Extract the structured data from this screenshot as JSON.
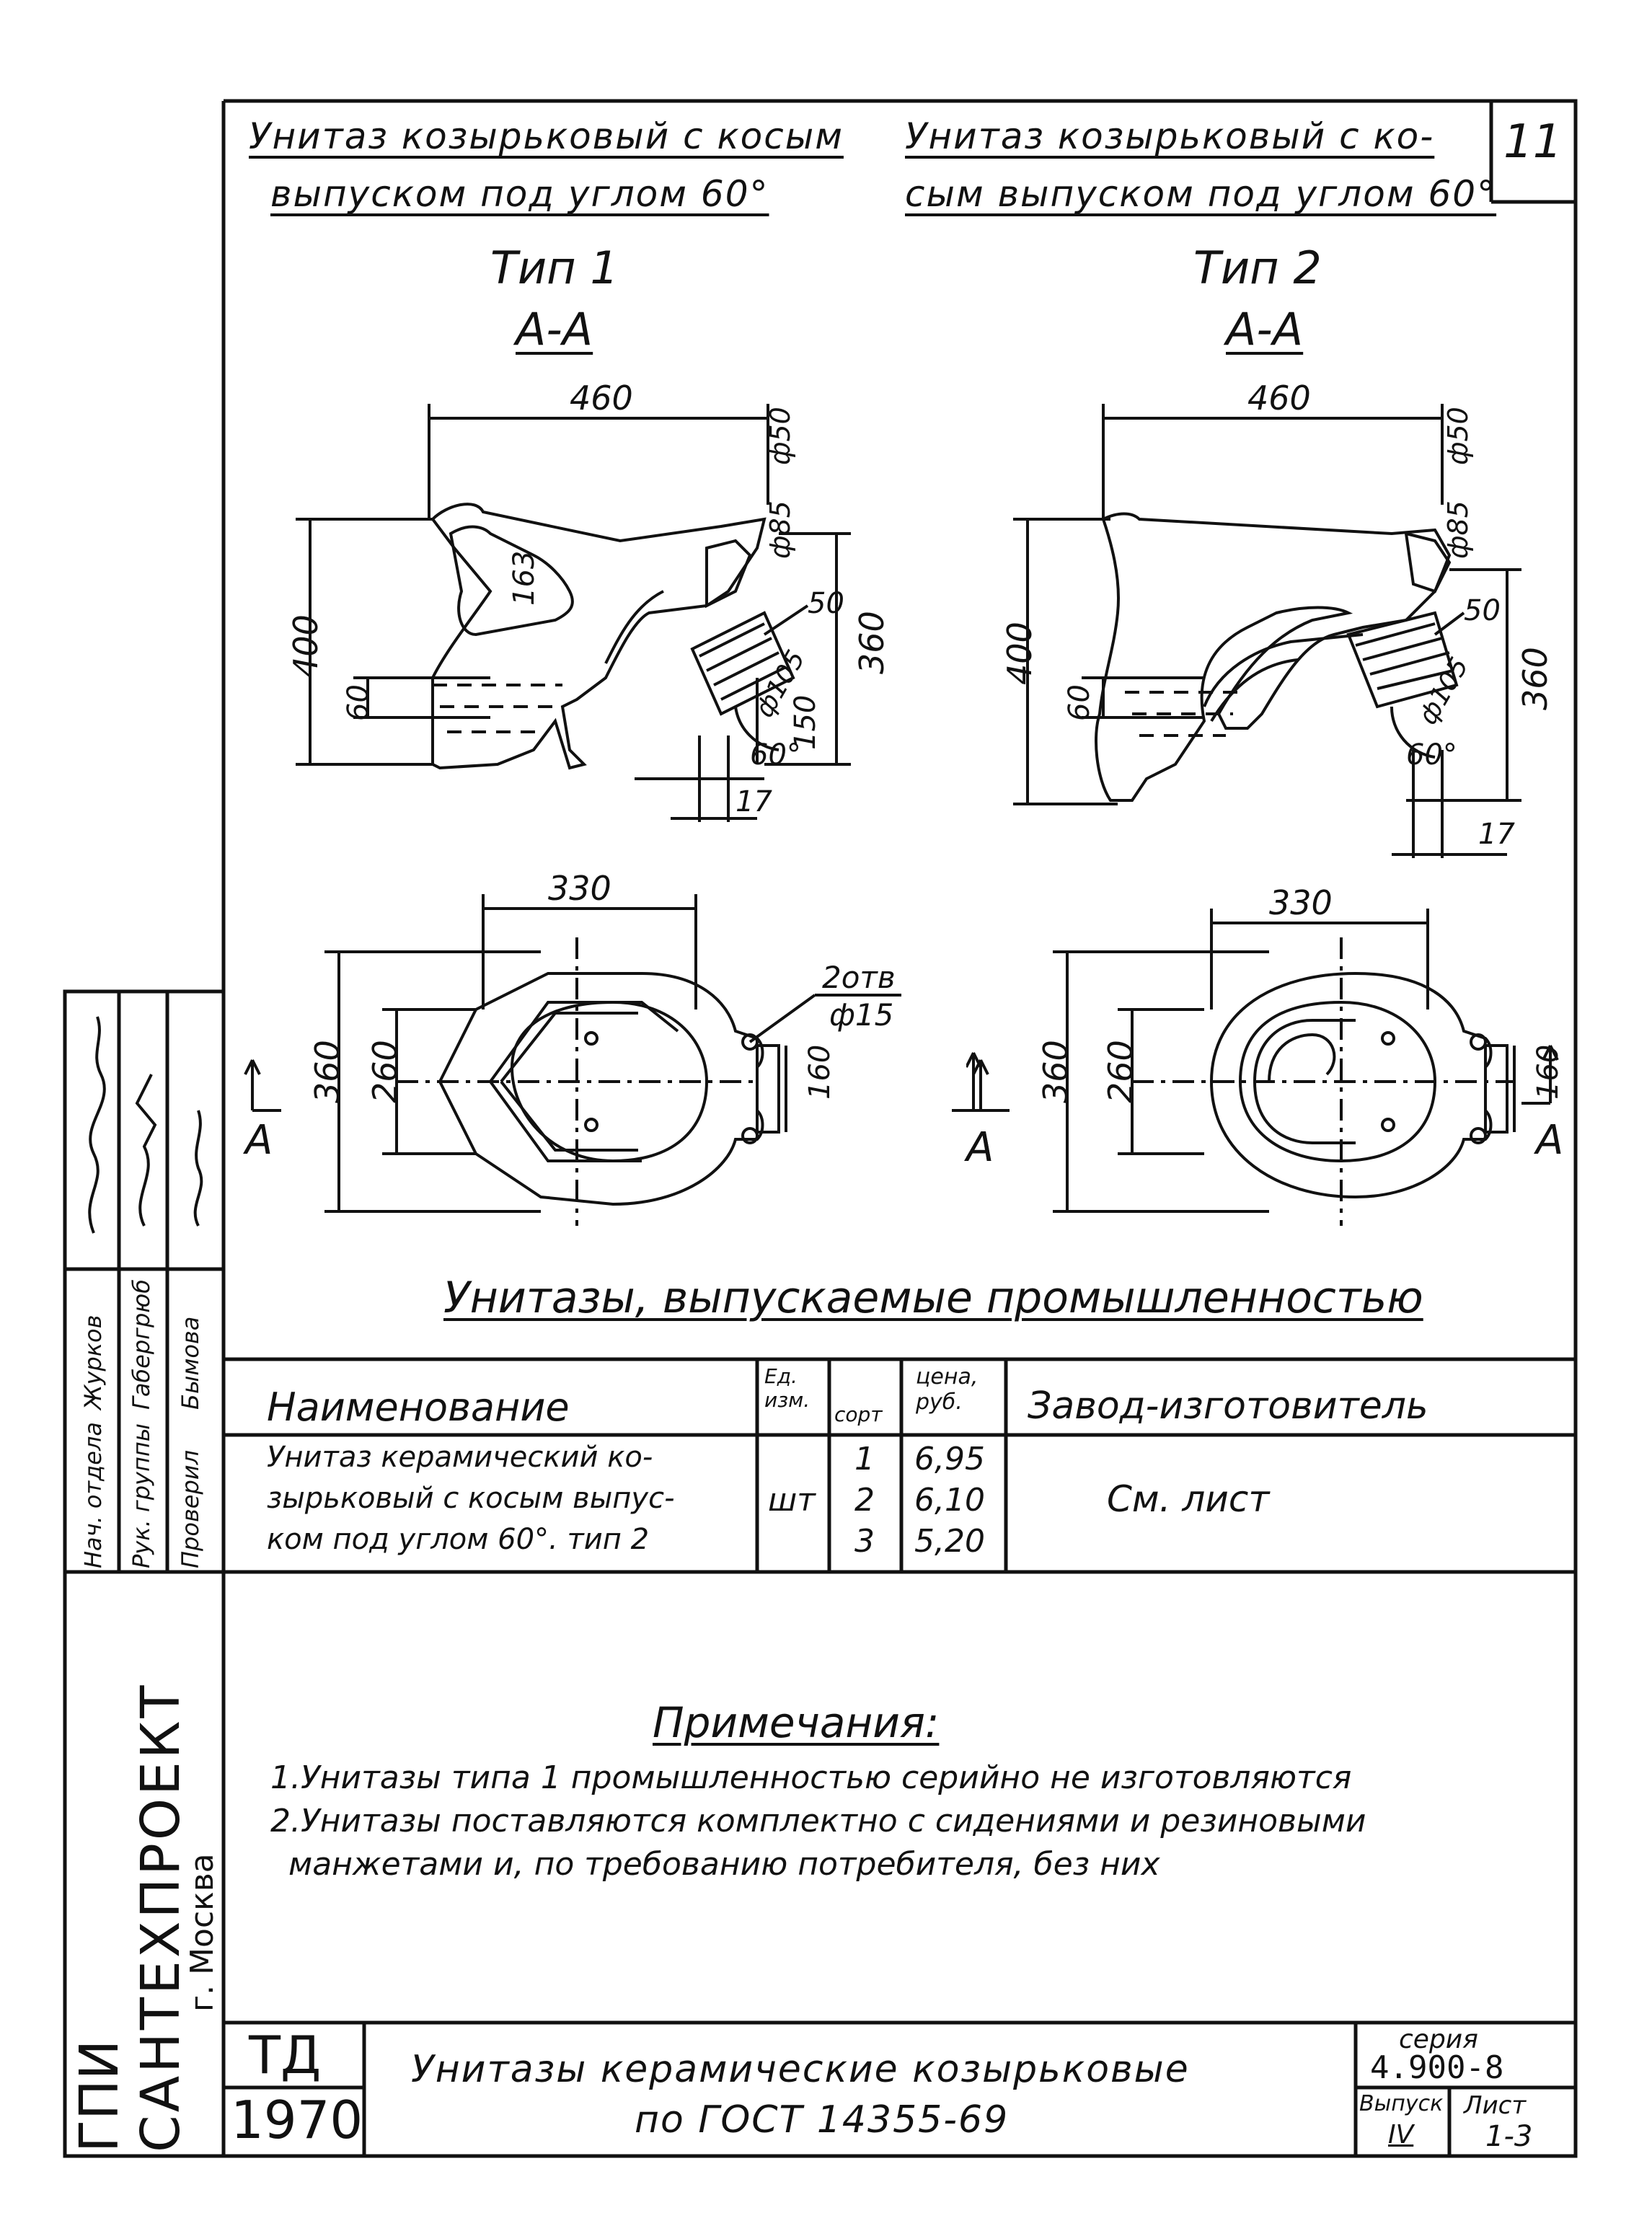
{
  "sheet_number": "11",
  "header": {
    "left_line1": "Унитаз козырьковый с косым",
    "left_line2": "выпуском под углом 60°",
    "right_line1": "Унитаз козырьковый с ко-",
    "right_line2": "сым выпуском под углом 60°"
  },
  "types": {
    "type1": "Тип 1",
    "type2": "Тип 2",
    "section": "А-А"
  },
  "dimensions": {
    "width_460": "460",
    "d50": "ф50",
    "d85": "ф85",
    "h400": "400",
    "h163": "163",
    "h60": "60",
    "h360": "360",
    "a50": "50",
    "d105": "ф105",
    "h150": "150",
    "angle60": "60°",
    "o17": "17",
    "w330": "330",
    "w260": "260",
    "w160": "160",
    "holes_count": "2отв",
    "holes_dia": "ф15",
    "section_mark": "А"
  },
  "subtitle": "Унитазы, выпускаемые промышленностью",
  "table": {
    "headers": {
      "name": "Наименование",
      "unit": "Ед. изм.",
      "grade": "сорт",
      "price": "цена, руб.",
      "factory": "Завод-изготовитель"
    },
    "row": {
      "name_line1": "Унитаз керамический ко-",
      "name_line2": "зырьковый с косым выпус-",
      "name_line3": "ком под углом 60°. тип 2",
      "unit": "шт",
      "grades": [
        "1",
        "2",
        "3"
      ],
      "prices": [
        "6,95",
        "6,10",
        "5,20"
      ],
      "factory": "См. лист"
    }
  },
  "notes": {
    "title": "Примечания:",
    "line1": "1.Унитазы типа 1 промышленностью серийно не изготовляются",
    "line2": "2.Унитазы поставляются комплектно с сидениями и резиновыми",
    "line3": "манжетами и, по требованию потребителя, без них"
  },
  "stamp": {
    "org1": "ГПИ",
    "org2": "САНТЕХПРОЕКТ",
    "org3": "г. Москва",
    "roles": [
      "Нач. отдела",
      "Рук. группы",
      "Проверил"
    ],
    "names": [
      "Журков",
      "Габергрюб",
      "Бымова"
    ]
  },
  "title_block": {
    "td": "ТД",
    "year": "1970",
    "title_line1": "Унитазы керамические козырьковые",
    "title_line2": "по ГОСТ 14355-69",
    "series_label": "серия",
    "series_value": "4.900-8",
    "issue_label": "Выпуск",
    "issue_value": "IV",
    "sheet_label": "Лист",
    "sheet_value": "1-3"
  }
}
